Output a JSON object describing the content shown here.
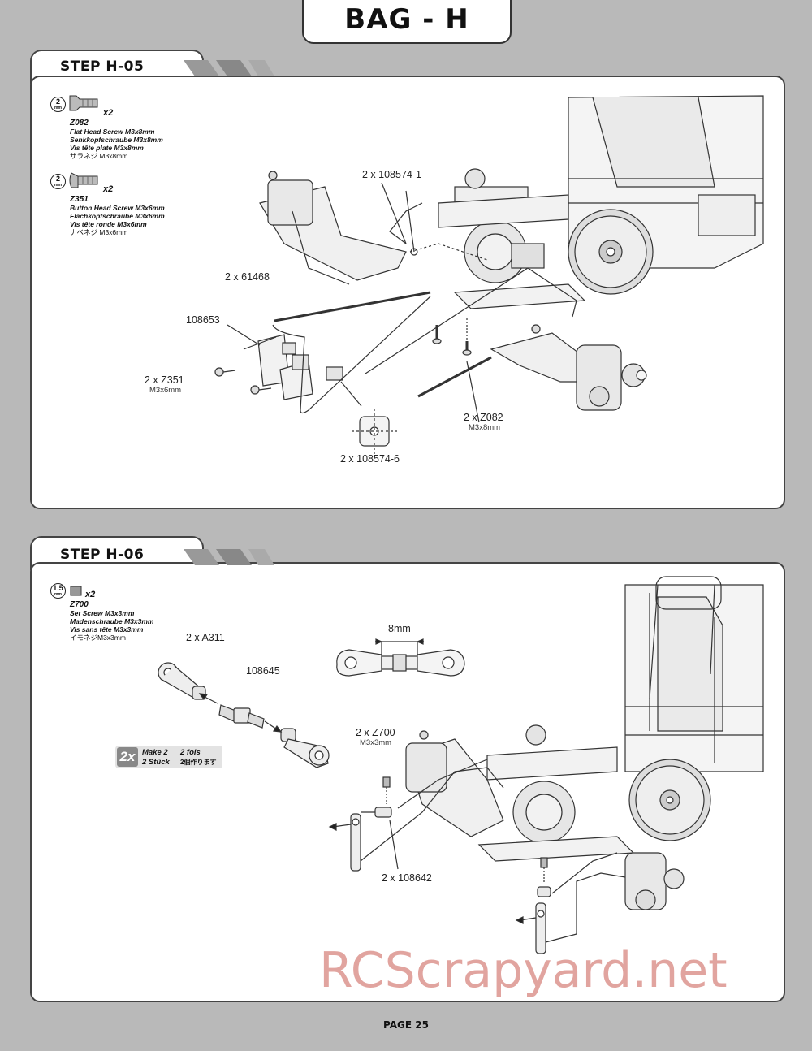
{
  "header": {
    "bag_title": "BAG - H"
  },
  "steps": [
    {
      "label": "STEP H-05",
      "parts": [
        {
          "tool_size": "2",
          "tool_unit": "mm",
          "qty": "x2",
          "code": "Z082",
          "names": [
            "Flat Head Screw M3x8mm",
            "Senkkopfschraube M3x8mm",
            "Vis tête plate M3x8mm",
            "サラネジ M3x8mm"
          ]
        },
        {
          "tool_size": "2",
          "tool_unit": "mm",
          "qty": "x2",
          "code": "Z351",
          "names": [
            "Button Head Screw M3x6mm",
            "Flachkopfschraube M3x6mm",
            "Vis tête ronde M3x6mm",
            "ナベネジ M3x6mm"
          ]
        }
      ],
      "callouts": {
        "c1": "2 x 108574-1",
        "c2": "2 x 61468",
        "c3": "108653",
        "c4": "2 x Z351",
        "c4_sub": "M3x6mm",
        "c5": "2 x Z082",
        "c5_sub": "M3x8mm",
        "c6": "2 x 108574-6"
      }
    },
    {
      "label": "STEP H-06",
      "parts": [
        {
          "tool_size": "1.5",
          "tool_unit": "mm",
          "qty": "x2",
          "code": "Z700",
          "names": [
            "Set Screw M3x3mm",
            "Madenschraube M3x3mm",
            "Vis sans tête M3x3mm",
            "イモネジM3x3mm"
          ]
        }
      ],
      "callouts": {
        "c1": "2 x A311",
        "c2": "108645",
        "c3": "8mm",
        "c4": "2 x Z700",
        "c4_sub": "M3x3mm",
        "c5": "2 x 108642"
      },
      "make_box": {
        "multiplier": "2x",
        "line1_a": "Make 2",
        "line1_b": "2 fois",
        "line2_a": "2 Stück",
        "line2_b": "2個作ります"
      }
    }
  ],
  "watermark": "RCScrapyard.net",
  "footer": {
    "page": "PAGE 25"
  }
}
